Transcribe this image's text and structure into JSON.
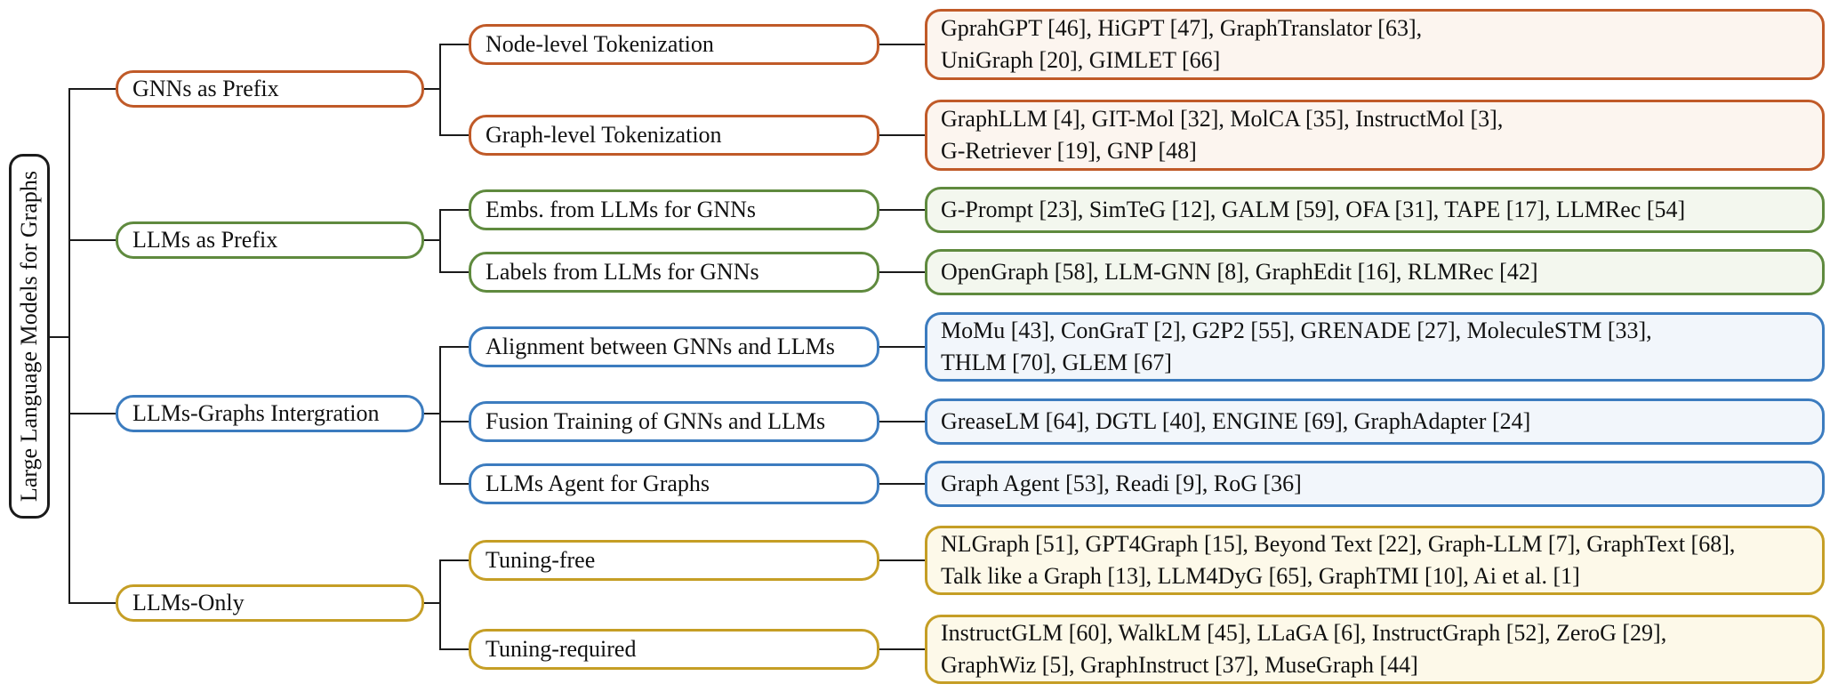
{
  "diagram": {
    "root_label": "Large Language Models for Graphs",
    "line_color": "#1b1b1b",
    "branches": [
      {
        "label": "GNNs as Prefix",
        "color": "#c05a28",
        "fill": "#fcf5ef",
        "children": [
          {
            "label": "Node-level Tokenization",
            "papers": [
              "GprahGPT [46], HiGPT [47], GraphTranslator [63],",
              "UniGraph [20], GIMLET [66]"
            ]
          },
          {
            "label": "Graph-level Tokenization",
            "papers": [
              "GraphLLM [4], GIT-Mol [32], MolCA [35], InstructMol [3],",
              "G-Retriever [19], GNP [48]"
            ]
          }
        ]
      },
      {
        "label": "LLMs as Prefix",
        "color": "#5f8a3e",
        "fill": "#f3f7ee",
        "children": [
          {
            "label": "Embs. from LLMs for GNNs",
            "papers": [
              "G-Prompt [23], SimTeG [12], GALM [59], OFA [31], TAPE [17], LLMRec [54]"
            ]
          },
          {
            "label": "Labels from LLMs for GNNs",
            "papers": [
              "OpenGraph [58], LLM-GNN [8], GraphEdit [16], RLMRec [42]"
            ]
          }
        ]
      },
      {
        "label": "LLMs-Graphs Intergration",
        "color": "#3c7cbf",
        "fill": "#f2f6fb",
        "children": [
          {
            "label": "Alignment between GNNs and LLMs",
            "papers": [
              "MoMu [43], ConGraT [2], G2P2 [55], GRENADE [27], MoleculeSTM [33],",
              "THLM [70], GLEM [67]"
            ]
          },
          {
            "label": "Fusion Training of GNNs and LLMs",
            "papers": [
              "GreaseLM [64], DGTL [40], ENGINE [69], GraphAdapter [24]"
            ]
          },
          {
            "label": "LLMs Agent for Graphs",
            "papers": [
              "Graph Agent [53], Readi [9], RoG [36]"
            ]
          }
        ]
      },
      {
        "label": "LLMs-Only",
        "color": "#c59e25",
        "fill": "#fdf9e9",
        "children": [
          {
            "label": "Tuning-free",
            "papers": [
              "NLGraph [51], GPT4Graph [15], Beyond Text [22], Graph-LLM [7], GraphText [68],",
              "Talk like a Graph [13], LLM4DyG [65], GraphTMI [10], Ai et al. [1]"
            ]
          },
          {
            "label": "Tuning-required",
            "papers": [
              "InstructGLM [60], WalkLM [45], LLaGA [6], InstructGraph [52], ZeroG [29],",
              "GraphWiz [5], GraphInstruct [37], MuseGraph [44]"
            ]
          }
        ]
      }
    ]
  }
}
